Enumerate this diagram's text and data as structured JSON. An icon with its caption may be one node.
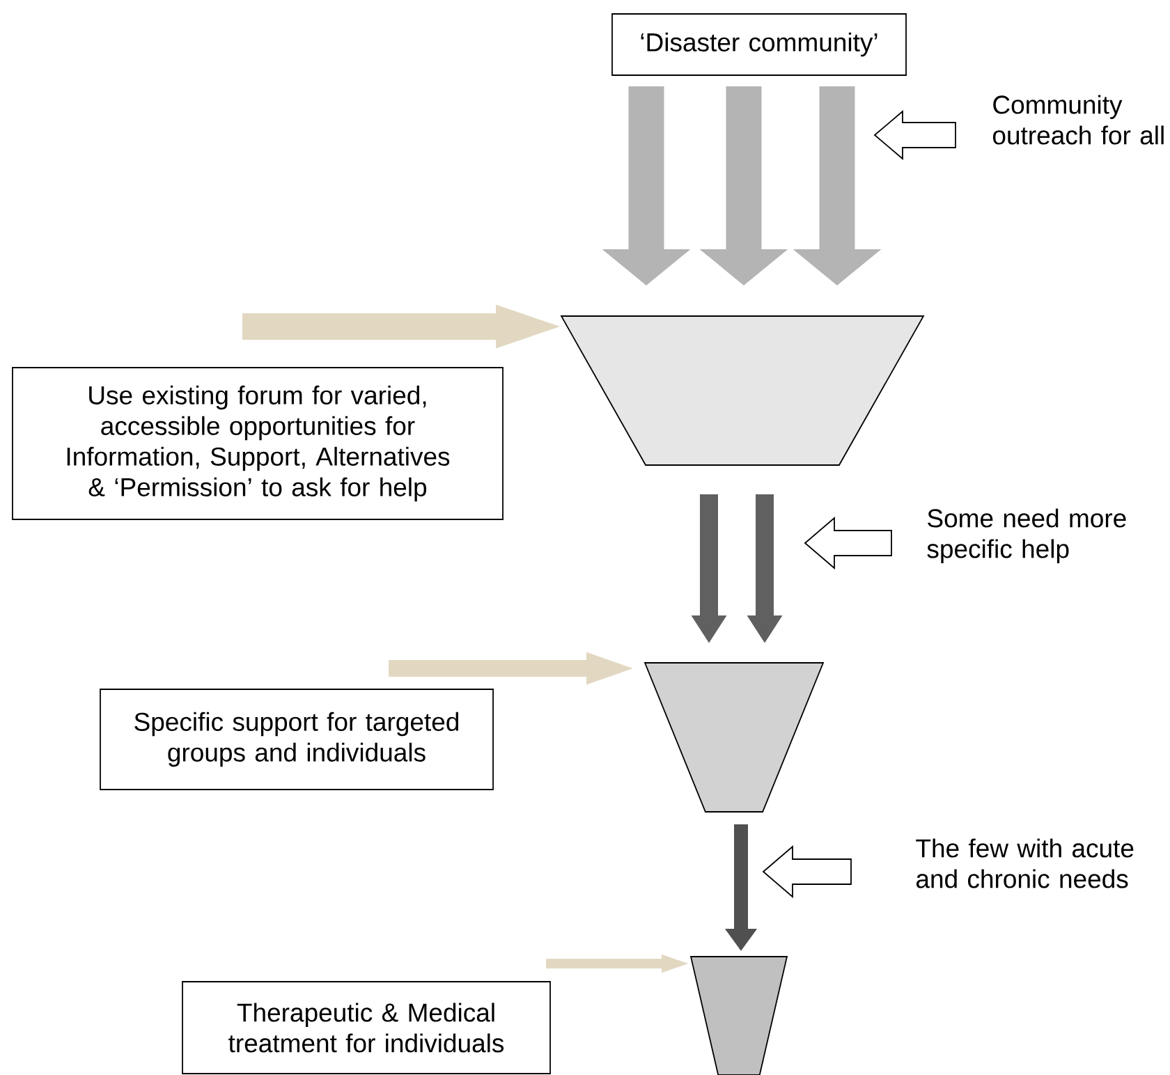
{
  "diagram": {
    "nodes": [
      {
        "text": [
          "‘Disaster community’"
        ]
      },
      {
        "text": [],
        "shape": "trapezoid"
      },
      {
        "text": [
          "Use existing forum for varied, accessible opportunities for Information, Support, Alternatives & ‘Permission’ to ask for help"
        ]
      },
      {
        "text": [],
        "shape": "trapezoid"
      },
      {
        "text": [
          "Specific support for targeted groups and individuals"
        ]
      },
      {
        "text": [],
        "shape": "trapezoid"
      },
      {
        "text": [
          "Therapeutic & Medical treatment for individuals"
        ]
      }
    ],
    "edges": [
      {
        "from": 0,
        "to": 1,
        "arrow": "to",
        "style": "thick",
        "color": "#b4b4b4"
      },
      {
        "from": 0,
        "to": 1,
        "arrow": "to",
        "style": "thick",
        "color": "#b4b4b4"
      },
      {
        "from": 0,
        "to": 1,
        "arrow": "to",
        "style": "thick",
        "color": "#b4b4b4"
      },
      {
        "from": 1,
        "to": 3,
        "arrow": "to",
        "color": "#606060"
      },
      {
        "from": 1,
        "to": 3,
        "arrow": "to",
        "color": "#606060"
      },
      {
        "from": 3,
        "to": 5,
        "arrow": "to",
        "color": "#505050"
      },
      {
        "from": null,
        "to": 1,
        "arrow": "to",
        "color": "#e2d8c2"
      },
      {
        "from": null,
        "to": 3,
        "arrow": "to",
        "color": "#e2d8c2"
      },
      {
        "from": null,
        "to": 5,
        "arrow": "to",
        "color": "#e2d8c2"
      }
    ],
    "labels": [
      "Community outreach for all",
      "Some need more specific help",
      "The few with acute and chronic needs"
    ]
  }
}
